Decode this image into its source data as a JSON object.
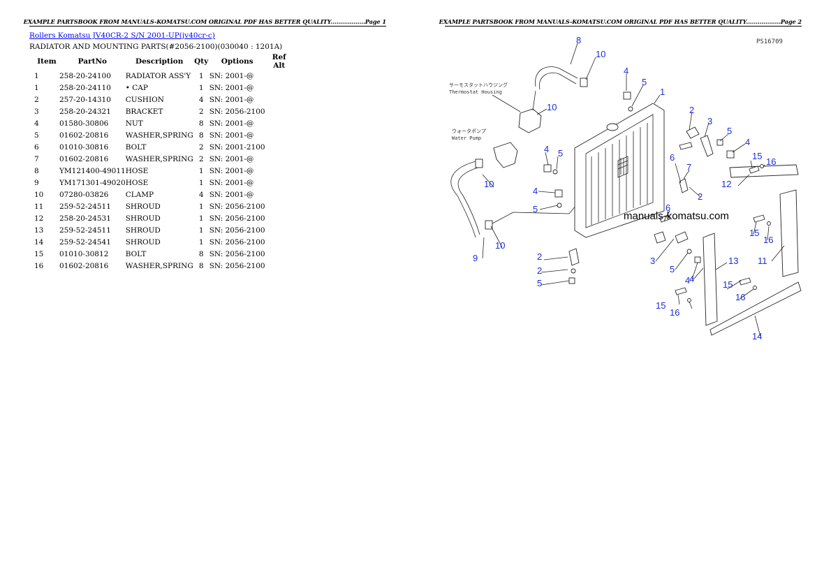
{
  "page1": {
    "header": "EXAMPLE PARTSBOOK FROM MANUALS-KOMATSU.COM ORIGINAL PDF HAS BETTER QUALITY..................Page 1",
    "title_link": "Rollers Komatsu JV40CR-2 S/N 2001-UP(jv40cr-c)",
    "subtitle": "RADIATOR AND MOUNTING PARTS(#2056-2100)(030040 : 1201A)",
    "columns": [
      "Item",
      "PartNo",
      "Description",
      "Qty",
      "Options",
      "Ref Alt"
    ],
    "rows": [
      [
        "1",
        "258-20-24100",
        "RADIATOR ASS'Y",
        "1",
        "SN: 2001-@",
        ""
      ],
      [
        "1",
        "258-20-24110",
        "• CAP",
        "1",
        "SN: 2001-@",
        ""
      ],
      [
        "2",
        "257-20-14310",
        "CUSHION",
        "4",
        "SN: 2001-@",
        ""
      ],
      [
        "3",
        "258-20-24321",
        "BRACKET",
        "2",
        "SN: 2056-2100",
        ""
      ],
      [
        "4",
        "01580-30806",
        "NUT",
        "8",
        "SN: 2001-@",
        ""
      ],
      [
        "5",
        "01602-20816",
        "WASHER,SPRING",
        "8",
        "SN: 2001-@",
        ""
      ],
      [
        "6",
        "01010-30816",
        "BOLT",
        "2",
        "SN: 2001-2100",
        ""
      ],
      [
        "7",
        "01602-20816",
        "WASHER,SPRING",
        "2",
        "SN: 2001-@",
        ""
      ],
      [
        "8",
        "YM121400-49011",
        "HOSE",
        "1",
        "SN: 2001-@",
        ""
      ],
      [
        "9",
        "YM171301-49020",
        "HOSE",
        "1",
        "SN: 2001-@",
        ""
      ],
      [
        "10",
        "07280-03826",
        "CLAMP",
        "4",
        "SN: 2001-@",
        ""
      ],
      [
        "11",
        "259-52-24511",
        "SHROUD",
        "1",
        "SN: 2056-2100",
        ""
      ],
      [
        "12",
        "258-20-24531",
        "SHROUD",
        "1",
        "SN: 2056-2100",
        ""
      ],
      [
        "13",
        "259-52-24511",
        "SHROUD",
        "1",
        "SN: 2056-2100",
        ""
      ],
      [
        "14",
        "259-52-24541",
        "SHROUD",
        "1",
        "SN: 2056-2100",
        ""
      ],
      [
        "15",
        "01010-30812",
        "BOLT",
        "8",
        "SN: 2056-2100",
        ""
      ],
      [
        "16",
        "01602-20816",
        "WASHER,SPRING",
        "8",
        "SN: 2056-2100",
        ""
      ]
    ]
  },
  "page2": {
    "header": "EXAMPLE PARTSBOOK FROM MANUALS-KOMATSU.COM ORIGINAL PDF HAS BETTER QUALITY..................Page 2",
    "figure_code": "PS16709",
    "watermark": "manuals-komatsu.com",
    "thermostat_jp": "サーモスタットハウジング",
    "thermostat_en": "Thermostat Housing",
    "waterpump_jp": "ウォータポンプ",
    "waterpump_en": "Water Pump",
    "callouts": [
      "8",
      "10",
      "4",
      "5",
      "1",
      "10",
      "2",
      "3",
      "5",
      "4",
      "4",
      "5",
      "6",
      "7",
      "15",
      "16",
      "12",
      "10",
      "4",
      "5",
      "2",
      "6",
      "15",
      "16",
      "11",
      "9",
      "10",
      "2",
      "3",
      "5",
      "13",
      "2",
      "5",
      "4",
      "4",
      "15",
      "16",
      "15",
      "16",
      "14"
    ],
    "callout_color": "#1a2fd6"
  }
}
